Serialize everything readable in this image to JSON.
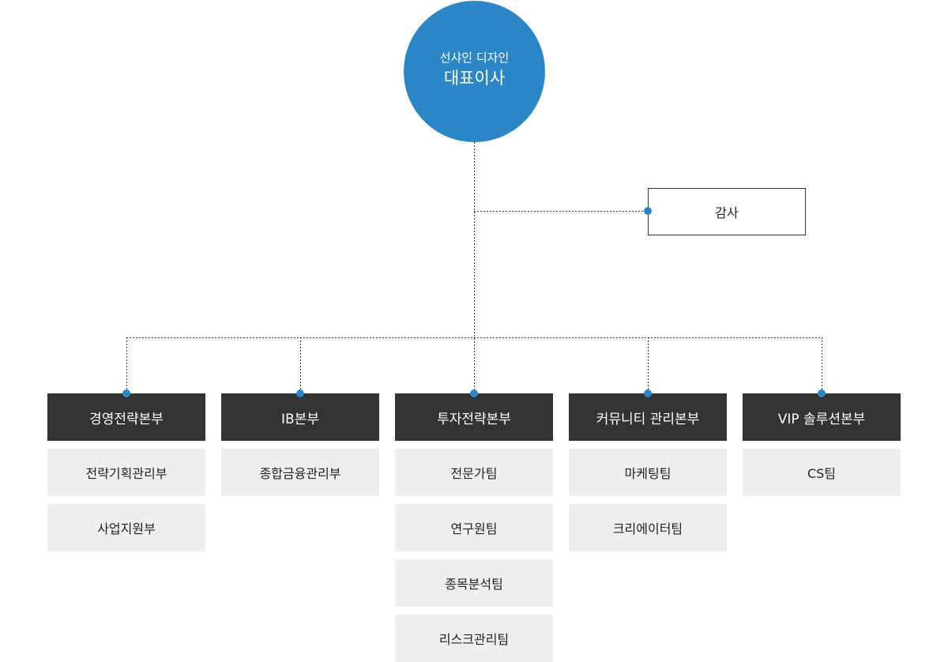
{
  "ceo": {
    "company": "선샤인 디자인",
    "title": "대표이사"
  },
  "audit": {
    "label": "감사"
  },
  "departments": [
    {
      "name": "경영전략본부",
      "teams": [
        "전략기획관리부",
        "사업지원부"
      ]
    },
    {
      "name": "IB본부",
      "teams": [
        "종합금융관리부"
      ]
    },
    {
      "name": "투자전략본부",
      "teams": [
        "전문가팀",
        "연구원팀",
        "종목분석팀",
        "리스크관리팀"
      ]
    },
    {
      "name": "커뮤니티 관리본부",
      "teams": [
        "마케팅팀",
        "크리에이터팀"
      ]
    },
    {
      "name": "VIP 솔루션본부",
      "teams": [
        "CS팀"
      ]
    }
  ],
  "colors": {
    "accent": "#2a86c4",
    "dept_bg": "#333333",
    "team_bg": "#eeeeee",
    "line": "#333333"
  }
}
